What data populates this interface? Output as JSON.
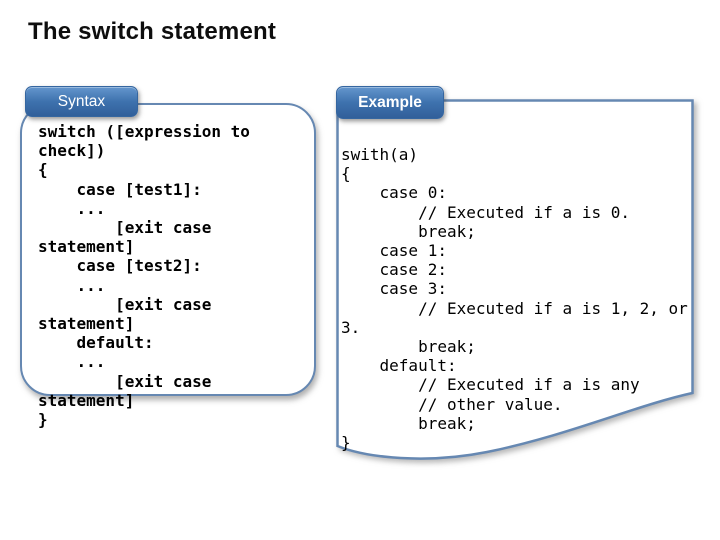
{
  "title": "The switch statement",
  "syntax_panel": {
    "badge_label": "Syntax",
    "code_lines": [
      "switch ([expression to",
      "check])",
      "{",
      "    case [test1]:",
      "    ...",
      "        [exit case",
      "statement]",
      "    case [test2]:",
      "    ...",
      "        [exit case",
      "statement]",
      "    default:",
      "    ...",
      "        [exit case",
      "statement]",
      "}"
    ]
  },
  "example_panel": {
    "badge_label": "Example",
    "code_lines": [
      "swith(a)",
      "{",
      "    case 0:",
      "        // Executed if a is 0.",
      "        break;",
      "    case 1:",
      "    case 2:",
      "    case 3:",
      "        // Executed if a is 1, 2, or",
      "3.",
      "        break;",
      "    default:",
      "        // Executed if a is any",
      "        // other value.",
      "        break;",
      "}"
    ]
  },
  "colors": {
    "panel_border": "#6688b2",
    "badge_gradient_top": "#6496cd",
    "badge_gradient_bottom": "#315f9a",
    "badge_text": "#ffffff",
    "code_text": "#000000",
    "title_text": "#0e0e0e",
    "background": "#ffffff"
  }
}
